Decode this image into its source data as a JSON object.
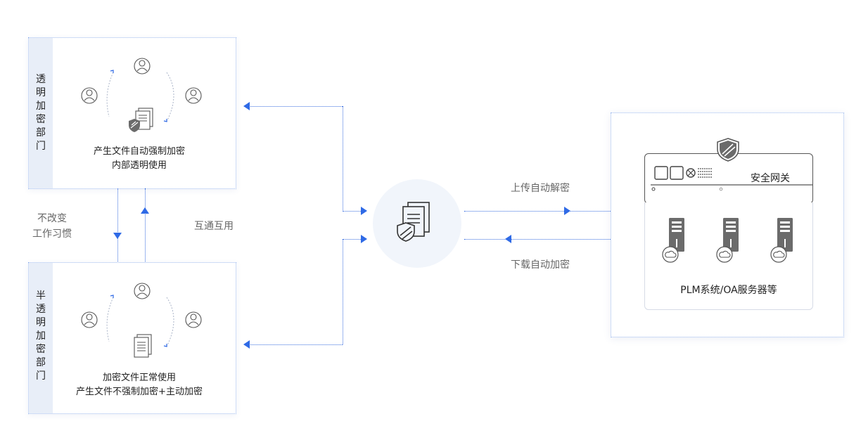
{
  "top_card": {
    "vertical_label": [
      "透",
      "明",
      "加",
      "密",
      "部",
      "门"
    ],
    "desc_line1": "产生文件自动强制加密",
    "desc_line2": "内部透明使用"
  },
  "bottom_card": {
    "vertical_label": [
      "半",
      "透",
      "明",
      "加",
      "密",
      "部",
      "门"
    ],
    "desc_line1": "加密文件正常使用",
    "desc_line2": "产生文件不强制加密+主动加密"
  },
  "left_notes": {
    "habit_line1": "不改变",
    "habit_line2": "工作习惯",
    "interop": "互通互用"
  },
  "flow": {
    "upload": "上传自动解密",
    "download": "下载自动加密"
  },
  "gateway": {
    "label": "安全网关"
  },
  "servers": {
    "label": "PLM系统/OA服务器等"
  },
  "colors": {
    "accent": "#2f6ae6",
    "icon": "#555555",
    "panel": "#e8eef8"
  }
}
